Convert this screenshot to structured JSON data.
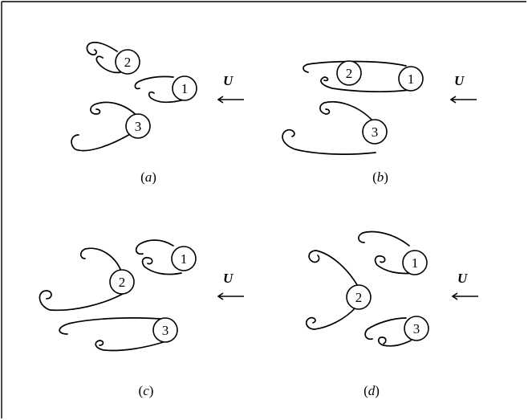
{
  "figure": {
    "flow_symbol": "U",
    "panels": [
      {
        "id": "a",
        "label_open": "(",
        "label_letter": "a",
        "label_close": ")",
        "cylinders": [
          "1",
          "2",
          "3"
        ]
      },
      {
        "id": "b",
        "label_open": "(",
        "label_letter": "b",
        "label_close": ")",
        "cylinders": [
          "1",
          "2",
          "3"
        ]
      },
      {
        "id": "c",
        "label_open": "(",
        "label_letter": "c",
        "label_close": ")",
        "cylinders": [
          "1",
          "2",
          "3"
        ]
      },
      {
        "id": "d",
        "label_open": "(",
        "label_letter": "d",
        "label_close": ")",
        "cylinders": [
          "1",
          "2",
          "3"
        ]
      }
    ]
  },
  "colors": {
    "line": "#000000",
    "background": "#ffffff"
  }
}
